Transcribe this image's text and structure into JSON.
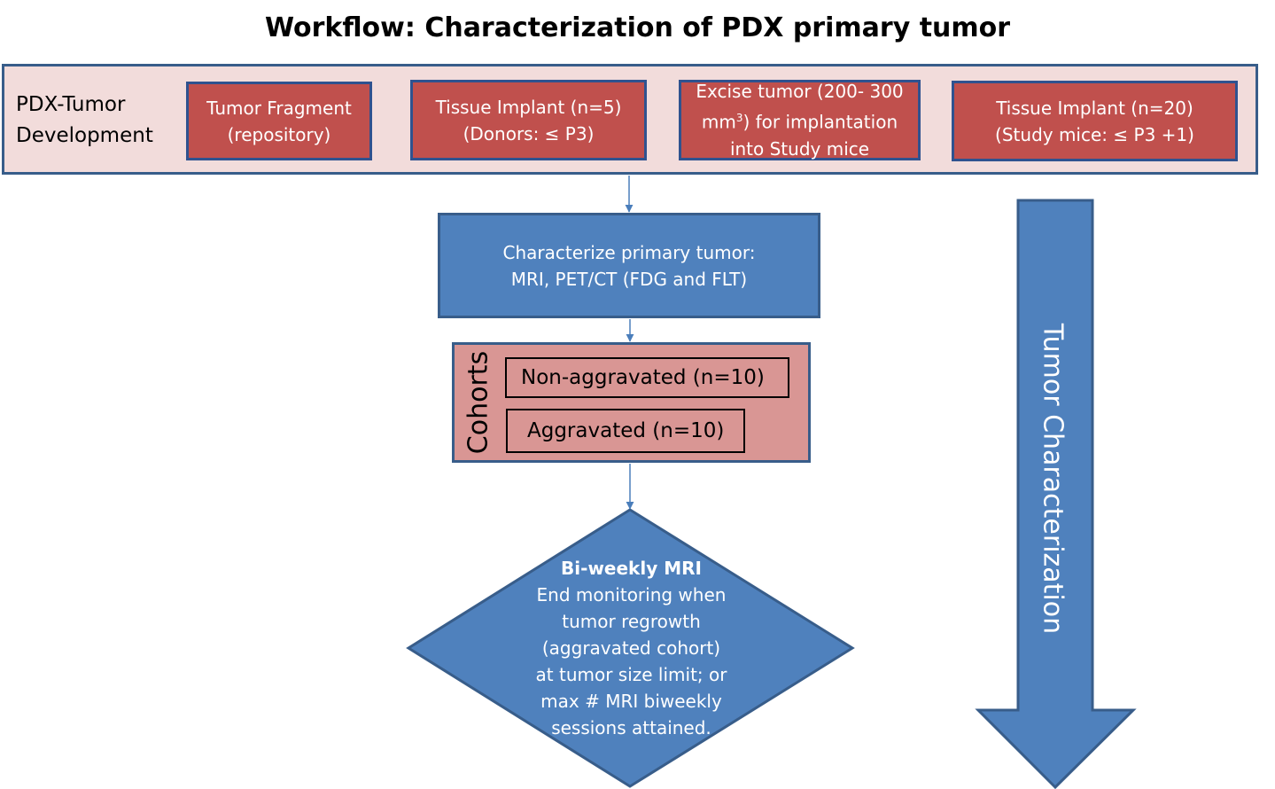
{
  "title": "Workflow: Characterization of PDX primary tumor",
  "development": {
    "label_line1": "PDX-Tumor",
    "label_line2": "Development",
    "steps": [
      {
        "line1": "Tumor Fragment",
        "line2": "(repository)"
      },
      {
        "line1": "Tissue Implant (n=5)",
        "line2": "(Donors: ≤ P3)"
      },
      {
        "line1a": "Excise tumor (200- 300",
        "line1b": "mm",
        "sup": "3",
        "line1c": ") for implantation",
        "line2": "into Study mice"
      },
      {
        "line1": "Tissue Implant (n=20)",
        "line2": "(Study mice: ≤ P3 +1)"
      }
    ]
  },
  "characterize": {
    "line1": "Characterize primary tumor:",
    "line2": "MRI, PET/CT (FDG and FLT)"
  },
  "cohorts": {
    "label": "Cohorts",
    "items": [
      "Non-aggravated (n=10)",
      "Aggravated (n=10)"
    ]
  },
  "monitoring": {
    "heading": "Bi-weekly MRI",
    "lines": [
      "End monitoring when",
      "tumor regrowth",
      "(aggravated cohort)",
      "at tumor size limit; or",
      "max # MRI biweekly",
      "sessions attained."
    ]
  },
  "side_arrow": {
    "label": "Tumor Characterization"
  },
  "colors": {
    "red_fill": "#c0504d",
    "blue_fill": "#4f81bd",
    "border_blue": "#385d8a",
    "panel_pink": "#f2dcdb",
    "cohort_pink": "#d99694",
    "connector": "#4a7ebb"
  }
}
